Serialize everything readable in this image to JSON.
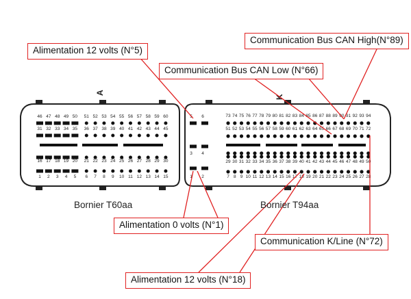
{
  "callouts": {
    "alim12_n5": "Alimentation 12 volts (N°5)",
    "can_high": "Communication  Bus CAN High(N°89)",
    "can_low": "Communication Bus CAN Low (N°66)",
    "alim0_n1": "Alimentation 0 volts (N°1)",
    "kline": "Communication K/Line (N°72)",
    "alim12_n18": "Alimentation 12 volts (N°18)"
  },
  "connectors": {
    "t60_label": "Bornier T60aa",
    "t94_label": "Bornier T94aa",
    "t60_key": "A",
    "t94_key": "K",
    "t60_rows": {
      "top": [
        "46",
        "47",
        "48",
        "49",
        "50",
        "51",
        "52",
        "53",
        "54",
        "55",
        "56",
        "57",
        "58",
        "59",
        "60"
      ],
      "second": [
        "31",
        "32",
        "33",
        "34",
        "35",
        "36",
        "37",
        "38",
        "39",
        "40",
        "41",
        "42",
        "43",
        "44",
        "45"
      ],
      "third": [
        "16",
        "17",
        "18",
        "19",
        "20",
        "21",
        "22",
        "23",
        "24",
        "25",
        "26",
        "27",
        "28",
        "29",
        "30"
      ],
      "bottom": [
        "1",
        "2",
        "3",
        "4",
        "5",
        "6",
        "7",
        "8",
        "9",
        "10",
        "11",
        "12",
        "13",
        "14",
        "15"
      ]
    },
    "mid_block": {
      "top": [
        "5",
        "6"
      ],
      "middle": [
        "3",
        "4"
      ],
      "bottom": [
        "1",
        "2"
      ]
    },
    "t94_rows": {
      "top": [
        "73",
        "74",
        "75",
        "76",
        "77",
        "78",
        "79",
        "80",
        "81",
        "82",
        "83",
        "84",
        "85",
        "86",
        "87",
        "88",
        "89",
        "90",
        "91",
        "92",
        "93",
        "94"
      ],
      "second": [
        "51",
        "52",
        "53",
        "54",
        "55",
        "56",
        "57",
        "58",
        "59",
        "60",
        "61",
        "62",
        "63",
        "64",
        "65",
        "66",
        "67",
        "68",
        "69",
        "70",
        "71",
        "72"
      ],
      "third": [
        "29",
        "30",
        "31",
        "32",
        "33",
        "34",
        "35",
        "36",
        "37",
        "38",
        "39",
        "40",
        "41",
        "42",
        "43",
        "44",
        "45",
        "46",
        "47",
        "48",
        "49",
        "50"
      ],
      "bottom": [
        "7",
        "8",
        "9",
        "10",
        "11",
        "12",
        "13",
        "14",
        "15",
        "16",
        "17",
        "18",
        "19",
        "20",
        "21",
        "22",
        "23",
        "24",
        "25",
        "26",
        "27",
        "28"
      ]
    }
  },
  "colors": {
    "line": "#e02020",
    "pin": "#111111",
    "outline": "#222222"
  }
}
